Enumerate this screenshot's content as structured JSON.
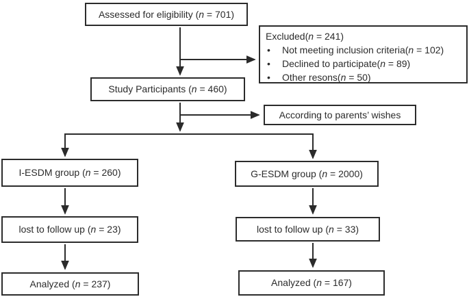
{
  "diagram": {
    "background_color": "#ffffff",
    "line_color": "#2b2b2b",
    "boxes": {
      "assessed": {
        "pre": "Assessed for eligibility (",
        "n": "n",
        "post": " = 701)"
      },
      "excluded": {
        "title": {
          "pre": "Excluded(",
          "n": "n",
          "post": " = 241)"
        },
        "bullet": "•",
        "items": [
          {
            "pre": "Not meeting inclusion criteria(",
            "n": "n",
            "post": " = 102)"
          },
          {
            "pre": "Declined to participate(",
            "n": "n",
            "post": " = 89)"
          },
          {
            "pre": "Other resons(",
            "n": "n",
            "post": " = 50)"
          }
        ]
      },
      "study": {
        "pre": "Study Participants (",
        "n": "n",
        "post": " = 460)"
      },
      "parents": {
        "pre": "According to parents’ wishes",
        "n": "",
        "post": ""
      },
      "iesdm": {
        "pre": "I-ESDM group (",
        "n": "n",
        "post": " = 260)"
      },
      "gesdm": {
        "pre": "G-ESDM group (",
        "n": "n",
        "post": " = 2000)"
      },
      "lost_i": {
        "pre": "lost to follow up (",
        "n": "n",
        "post": " = 23)"
      },
      "lost_g": {
        "pre": "lost to follow up (",
        "n": "n",
        "post": " = 33)"
      },
      "analyzed_i": {
        "pre": "Analyzed (",
        "n": "n",
        "post": " = 237)"
      },
      "analyzed_g": {
        "pre": "Analyzed (",
        "n": "n",
        "post": " = 167)"
      }
    }
  }
}
